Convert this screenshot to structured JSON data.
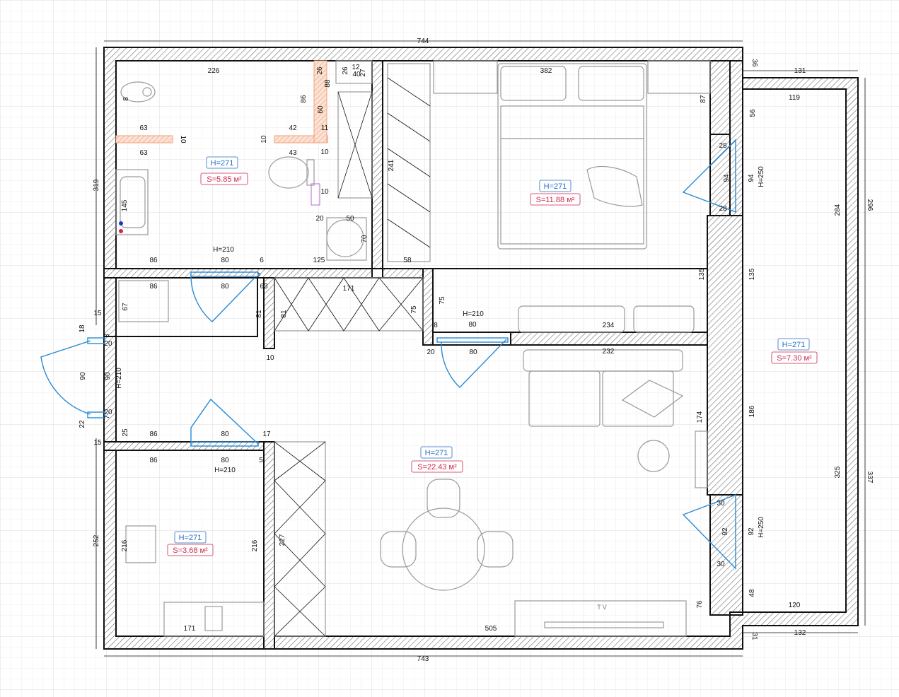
{
  "colors": {
    "height_label": "#2a6fc4",
    "area_label": "#d0284c",
    "door": "#2a8ad4",
    "grid": "#e6e6e6",
    "partition": "#f2a27a"
  },
  "rooms": {
    "bathroom": {
      "height": "H=271",
      "area": "S=5.85 м²"
    },
    "bedroom": {
      "height": "H=271",
      "area": "S=11.88 м²"
    },
    "living": {
      "height": "H=271",
      "area": "S=22.43 м²"
    },
    "storage": {
      "height": "H=271",
      "area": "S=3.68 м²"
    },
    "balcony": {
      "height": "H=271",
      "area": "S=7.30 м²"
    }
  },
  "dims": {
    "top_total": "744",
    "bottom_total": "743",
    "left_upper": "319",
    "left_lower": "252",
    "right_outer": "296",
    "right_outer_lower": "337",
    "bath_top": "226",
    "bed_top": "382",
    "liv_bottom": "505",
    "hall_wall": "171",
    "bal_top": "119",
    "bal_top_out": "131",
    "bal_bottom": "120",
    "bal_bottom_out": "132",
    "bal_h_upper": "284",
    "bal_h_lower": "325",
    "bal_h_door": "H=250",
    "bal_h_door2": "H=250",
    "d36": "36",
    "d31": "31",
    "d87": "87",
    "d56": "56",
    "d28a": "28",
    "d28b": "28",
    "d94a": "94",
    "d94b": "94",
    "d135a": "135",
    "d135b": "135",
    "d186": "186",
    "d174": "174",
    "d30a": "30",
    "d30b": "30",
    "d92a": "92",
    "d92b": "92",
    "d48": "48",
    "d76": "76",
    "d234": "234",
    "d232": "232",
    "h210a": "H=210",
    "h210b": "H=210",
    "h210c": "H=210",
    "h210d": "H=210",
    "d80a": "80",
    "d80b": "80",
    "d80c": "80",
    "d80d": "80",
    "d80e": "80",
    "d80f": "80",
    "d8": "8",
    "d20a": "20",
    "d75a": "75",
    "d75b": "75",
    "d241": "241",
    "d58": "58",
    "d63a": "63",
    "d63b": "63",
    "d10a": "10",
    "d10b": "10",
    "d10c": "10",
    "d10d": "10",
    "d10e": "10",
    "d42": "42",
    "d43": "43",
    "d11": "11",
    "d86a": "86",
    "d86b": "86",
    "d86c": "86",
    "d86d": "86",
    "d86e": "86",
    "d60": "60",
    "d88": "88",
    "d26a": "26",
    "d26b": "26",
    "d12": "12",
    "d40": "40",
    "d27": "27",
    "d8b": "8",
    "d145": "145",
    "d20b": "20",
    "d50": "50",
    "d70": "70",
    "d125": "125",
    "d6": "6",
    "d2": "2",
    "d63c": "63",
    "d81a": "81",
    "d81b": "81",
    "d67": "67",
    "d15a": "15",
    "d15b": "15",
    "d18": "18",
    "d3": "3",
    "d20c": "20",
    "d20d": "20",
    "d90a": "90",
    "d90b": "90",
    "d22": "22",
    "d7": "7",
    "d25": "25",
    "d17": "17",
    "d5": "5",
    "d216a": "216",
    "d216b": "216",
    "d227": "227",
    "d171b": "171"
  },
  "labels": {
    "tv": "TV"
  }
}
